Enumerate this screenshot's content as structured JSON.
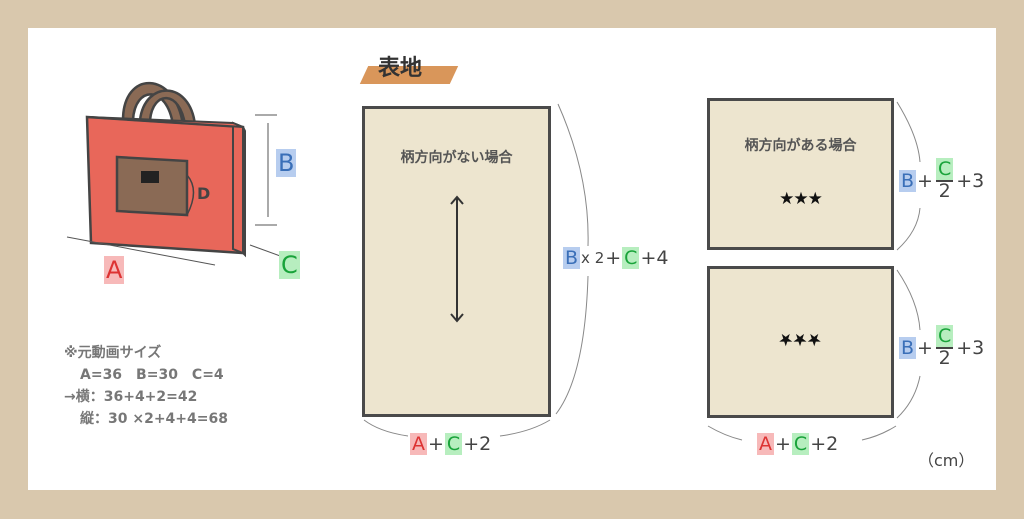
{
  "title": "表地",
  "bag": {
    "label_a": "A",
    "label_b": "B",
    "label_c": "C",
    "label_d": "D"
  },
  "left_sheet": {
    "label": "柄方向がない場合",
    "height_formula": {
      "b": "B",
      "x2": "x 2",
      "plus1": "+",
      "c": "C",
      "plus4": "+4"
    },
    "width_formula": {
      "a": "A",
      "plus1": "+",
      "c": "C",
      "plus2": "+2"
    }
  },
  "right_top": {
    "label": "柄方向がある場合",
    "stars": "★★★",
    "formula": {
      "b": "B",
      "plus": "+",
      "num": "C",
      "den": "2",
      "plus3": "+3"
    }
  },
  "right_bottom": {
    "stars": "★★★",
    "formula": {
      "b": "B",
      "plus": "+",
      "num": "C",
      "den": "2",
      "plus3": "+3"
    }
  },
  "right_width": {
    "a": "A",
    "plus1": "+",
    "c": "C",
    "plus2": "+2"
  },
  "unit": "（cm）",
  "note": {
    "title": "※元動画サイズ",
    "sizes": "A=36　B=30　C=4",
    "yoko": "→横：36+4+2=42",
    "tate": "縦：30 ×2+4+4=68"
  },
  "colors": {
    "bag": "#e8675a",
    "handle": "#8a6a55",
    "sheet": "#ede5cf",
    "accent": "#d9965a"
  }
}
